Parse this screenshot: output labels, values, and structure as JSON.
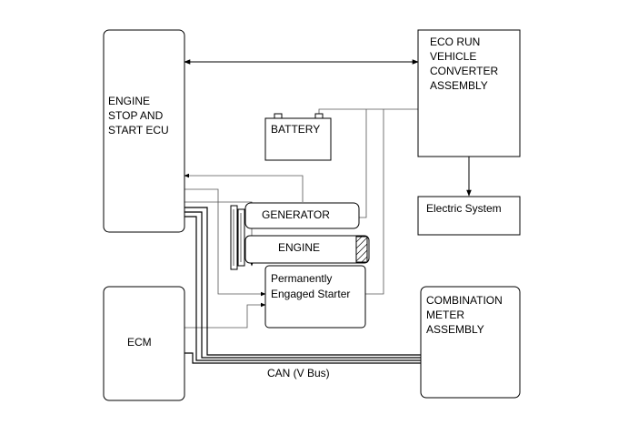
{
  "blocks": {
    "engine_stop_ecu": [
      "ENGINE",
      "STOP AND",
      "START ECU"
    ],
    "eco_run_converter": [
      "ECO RUN",
      "VEHICLE",
      "CONVERTER",
      "ASSEMBLY"
    ],
    "battery": "BATTERY",
    "electric_system": "Electric System",
    "generator": "GENERATOR",
    "engine": "ENGINE",
    "starter": [
      "Permanently",
      "Engaged Starter"
    ],
    "ecm": "ECM",
    "combination_meter": [
      "COMBINATION",
      "METER",
      "ASSEMBLY"
    ]
  },
  "bus_label": "CAN (V Bus)"
}
